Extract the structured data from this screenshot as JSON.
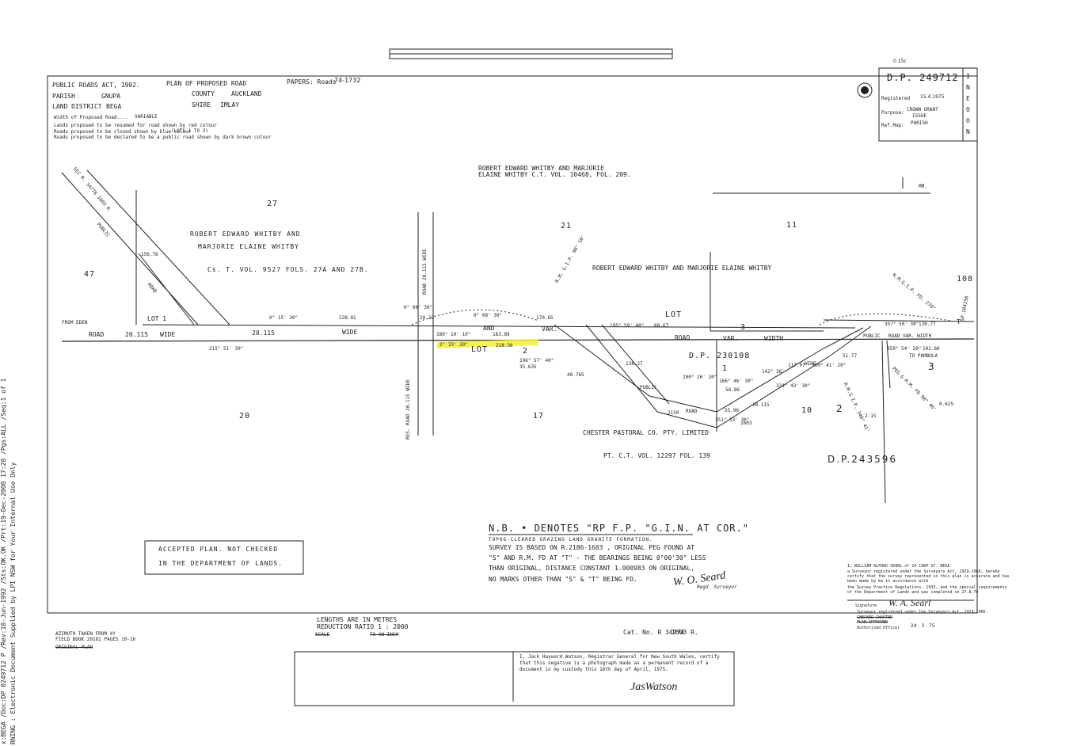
{
  "side_notes": {
    "line1": "x:BEGA /Doc:DP 0249712 P /Rev:10-Jun-1992 /Sts:OK.OK /Prt:19-Dec-2000 17:28 /Pgs:ALL /Seq:1 of 1",
    "line2": "RNING : Electronic Document Supplied by LPI NSW for Your Internal Use Only"
  },
  "header": {
    "act": "PUBLIC ROADS ACT, 1902.",
    "plan_title": "PLAN OF PROPOSED ROAD",
    "papers_label": "PAPERS: Roads",
    "papers_value": "74-1732",
    "parish_label": "PARISH",
    "parish": "GNUPA",
    "county_label": "COUNTY",
    "county": "AUCKLAND",
    "land_district_label": "LAND DISTRICT",
    "land_district": "BEGA",
    "shire_label": "SHIRE",
    "shire": "IMLAY",
    "width_label": "Width of Proposed Road....",
    "width_value": "VARIABLE",
    "legend1": "Lands proposed to be resumed for road shown by red colour",
    "legend2": "Roads proposed to be closed shown by blue colour",
    "legend2_lots": "(LOTS 1 TO 3)",
    "legend3": "Roads proposed to be declared to be a public road shown by dark brown colour"
  },
  "plan_box": {
    "dp": "D.P. 249712",
    "registered_label": "Registered",
    "registered_date": "15.4.1975",
    "purpose_label": "Purpose:",
    "purpose": "CROWN GRANT",
    "purpose2": "ISSUE",
    "refmap_label": "Ref.Map:",
    "refmap": "PARISH",
    "side_letters": [
      "I",
      "N",
      "E",
      "O",
      "O",
      "N"
    ]
  },
  "owners": {
    "top_owner": "ROBERT EDWARD WHITBY AND MARJORIE",
    "top_owner2": "ELAINE WHITBY  C.T. VOL. 10468, FOL. 209.",
    "left_owner1": "ROBERT  EDWARD  WHITBY  AND",
    "left_owner2": "MARJORIE  ELAINE  WHITBY",
    "left_owner3": "Cs. T.  VOL. 9527   FOLS.  27A AND 27B.",
    "right_owner": "ROBERT EDWARD WHITBY AND  MARJORIE  ELAINE  WHITBY",
    "chester1": "CHESTER   PASTORAL   CO.   PTY.   LIMITED",
    "chester2": "PT. C.T.  VOL. 12297    FOL. 139",
    "dp_other": "D.P. 230108",
    "dp_other2": "D.P.243596",
    "mm": "MM."
  },
  "lots": {
    "n27": "27",
    "n47": "47",
    "n21": "21",
    "n11": "11",
    "n20": "20",
    "n17": "17",
    "n10": "10",
    "n108": "108",
    "n2": "2",
    "n3": "3",
    "n1": "1",
    "lot1": "LOT 1",
    "lot_label": "LOT",
    "lot_top": "LOT",
    "lot2": "2",
    "lot3": "3",
    "lot3r": "3"
  },
  "road_labels": {
    "from_eden": "FROM EDEN",
    "road1": "ROAD",
    "w1": "20.115",
    "wide1": "WIDE",
    "w2": "20.115",
    "wide2": "WIDE",
    "and": "AND",
    "var": "VAR.",
    "road2": "ROAD",
    "var2": "VAR.",
    "width": "WIDTH",
    "public": "PUBLIC",
    "road3": "ROAD VAR. WIDTH",
    "to_pambula": "TO PAMBULA",
    "public2": "PUBLIC",
    "road4": "ROAD",
    "wide3": "WIDE",
    "vert_road": "ROAD  20.115  WIDE",
    "vert_res": "RES. ROAD 20.115 WIDE",
    "sec": "SEC R. 34778  1603 R.",
    "public_diag": "PUBLIC",
    "road_diag": "ROAD"
  },
  "bearings": {
    "b1": "0° 15' 30\"",
    "b2": "228.01",
    "b3": "0° 08' 30\"",
    "b4": "170.65",
    "b5": "180° 10' 10\"",
    "b6": "183.89",
    "b7": "2° 33' 20\"",
    "b8": "218.56",
    "b9": "357° 50' 30\"",
    "b10": "130.77",
    "b11": "359° 54' 20\"",
    "b12": "102.60",
    "b13": "68.67",
    "b14": "195° 59' 40\"",
    "b15": "200° 26' 20\"",
    "b16": "166° 46' 30\"",
    "b17": "56.86",
    "b18": "142° 36'",
    "b19": "117.07",
    "b20": "331° 43' 30\"",
    "b21": "160° 41' 20\"",
    "b22": "51.77",
    "b23": "138.27",
    "b24": "40.765",
    "b25": "196° 57' 40\"",
    "b26": "35.635",
    "b27": "10.115",
    "b28": "2150",
    "b29": "1603",
    "b30": "351° 53' 30\"",
    "b31": "55.96",
    "b32": "156.78",
    "b33": "215° 51' 30\"",
    "b34": "0° 00' 30\"",
    "b35": "20.12",
    "b36": "R.M. G.I.P. 90° 10'",
    "b37": "R.M.G.I.P. 340° 41'",
    "b38": "PEG & R.M. FD 90° 46'",
    "b39": "0.625",
    "b40": "SP.104256",
    "b41": "R.M.G.I.P. FD. 270°",
    "b42": "T",
    "b43": "2.15"
  },
  "notes": {
    "nb": "N.B. • DENOTES \"RP F.P. \"G.I.N. AT COR.\"",
    "n1": "TOPOG-CLEARED  GRAZING  LAND  GRANITE  FORMATION.",
    "n2": "SURVEY IS BASED ON  R.2186-1603 , ORIGINAL PEG FOUND AT",
    "n3": "\"S\" AND R.M. FD AT \"T\" - THE BEARINGS BEING 0°00'30\" LESS",
    "n4": "THAN ORIGINAL, DISTANCE CONSTANT 1.000983 ON ORIGINAL,",
    "n5": "NO  MARKS  OTHER  THAN  \"S\" & \"T\" BEING  FD.",
    "sig_name": "W. O. Seard",
    "sig_title": "Regd. Surveyor"
  },
  "accepted": {
    "line1": "ACCEPTED PLAN. NOT CHECKED",
    "line2": "IN THE DEPARTMENT OF LANDS."
  },
  "lengths": {
    "l1": "LENGTHS ARE IN METRES",
    "l2": "REDUCTION RATIO  1 : 2000",
    "l3": "SCALE",
    "l4": "TO AN INCH"
  },
  "cat": {
    "label": "Cat. No. R 34774",
    "suffix": "1603 R."
  },
  "azimuth": {
    "a1": "AZIMUTH TAKEN  FROM XY",
    "a2": "FIELD BOOK 20181   PAGES 10-16",
    "a3": "ORIGINAL PLAN"
  },
  "cert": {
    "c1": "I, WILLIAM ALFRED SEARL of 24 CARP ST. BEGA",
    "c2": "a Surveyor registered under the Surveyors Act, 1929-1966, hereby",
    "c3": "certify that the survey represented in this plan is accurate and has",
    "c4": "been made by me in accordance with",
    "c5": "the Survey Practice Regulations, 1933, and the special requirements",
    "c6": "of the Department of Lands and was completed on 27.8.74",
    "sig_label": "Signature",
    "sig": "W. A. Searl",
    "reg": "Surveyor registered under the Surveyors Act. 1929-1966.",
    "checked": "CHECKED-CHARTED",
    "plan_approved": "PLAN APPROVED",
    "auth": "Authorised Officer",
    "auth_date": "24 . 3 . 75"
  },
  "registrar": {
    "r1": "I, Jack Hayward Watson, Registrar General for New South Wales, certify",
    "r2": "that this negative is a photograph made as a permanent record of a",
    "r3": "document in my custody this 16th day of April, 1975.",
    "sig": "JasWatson"
  },
  "top_note": "0.15c"
}
